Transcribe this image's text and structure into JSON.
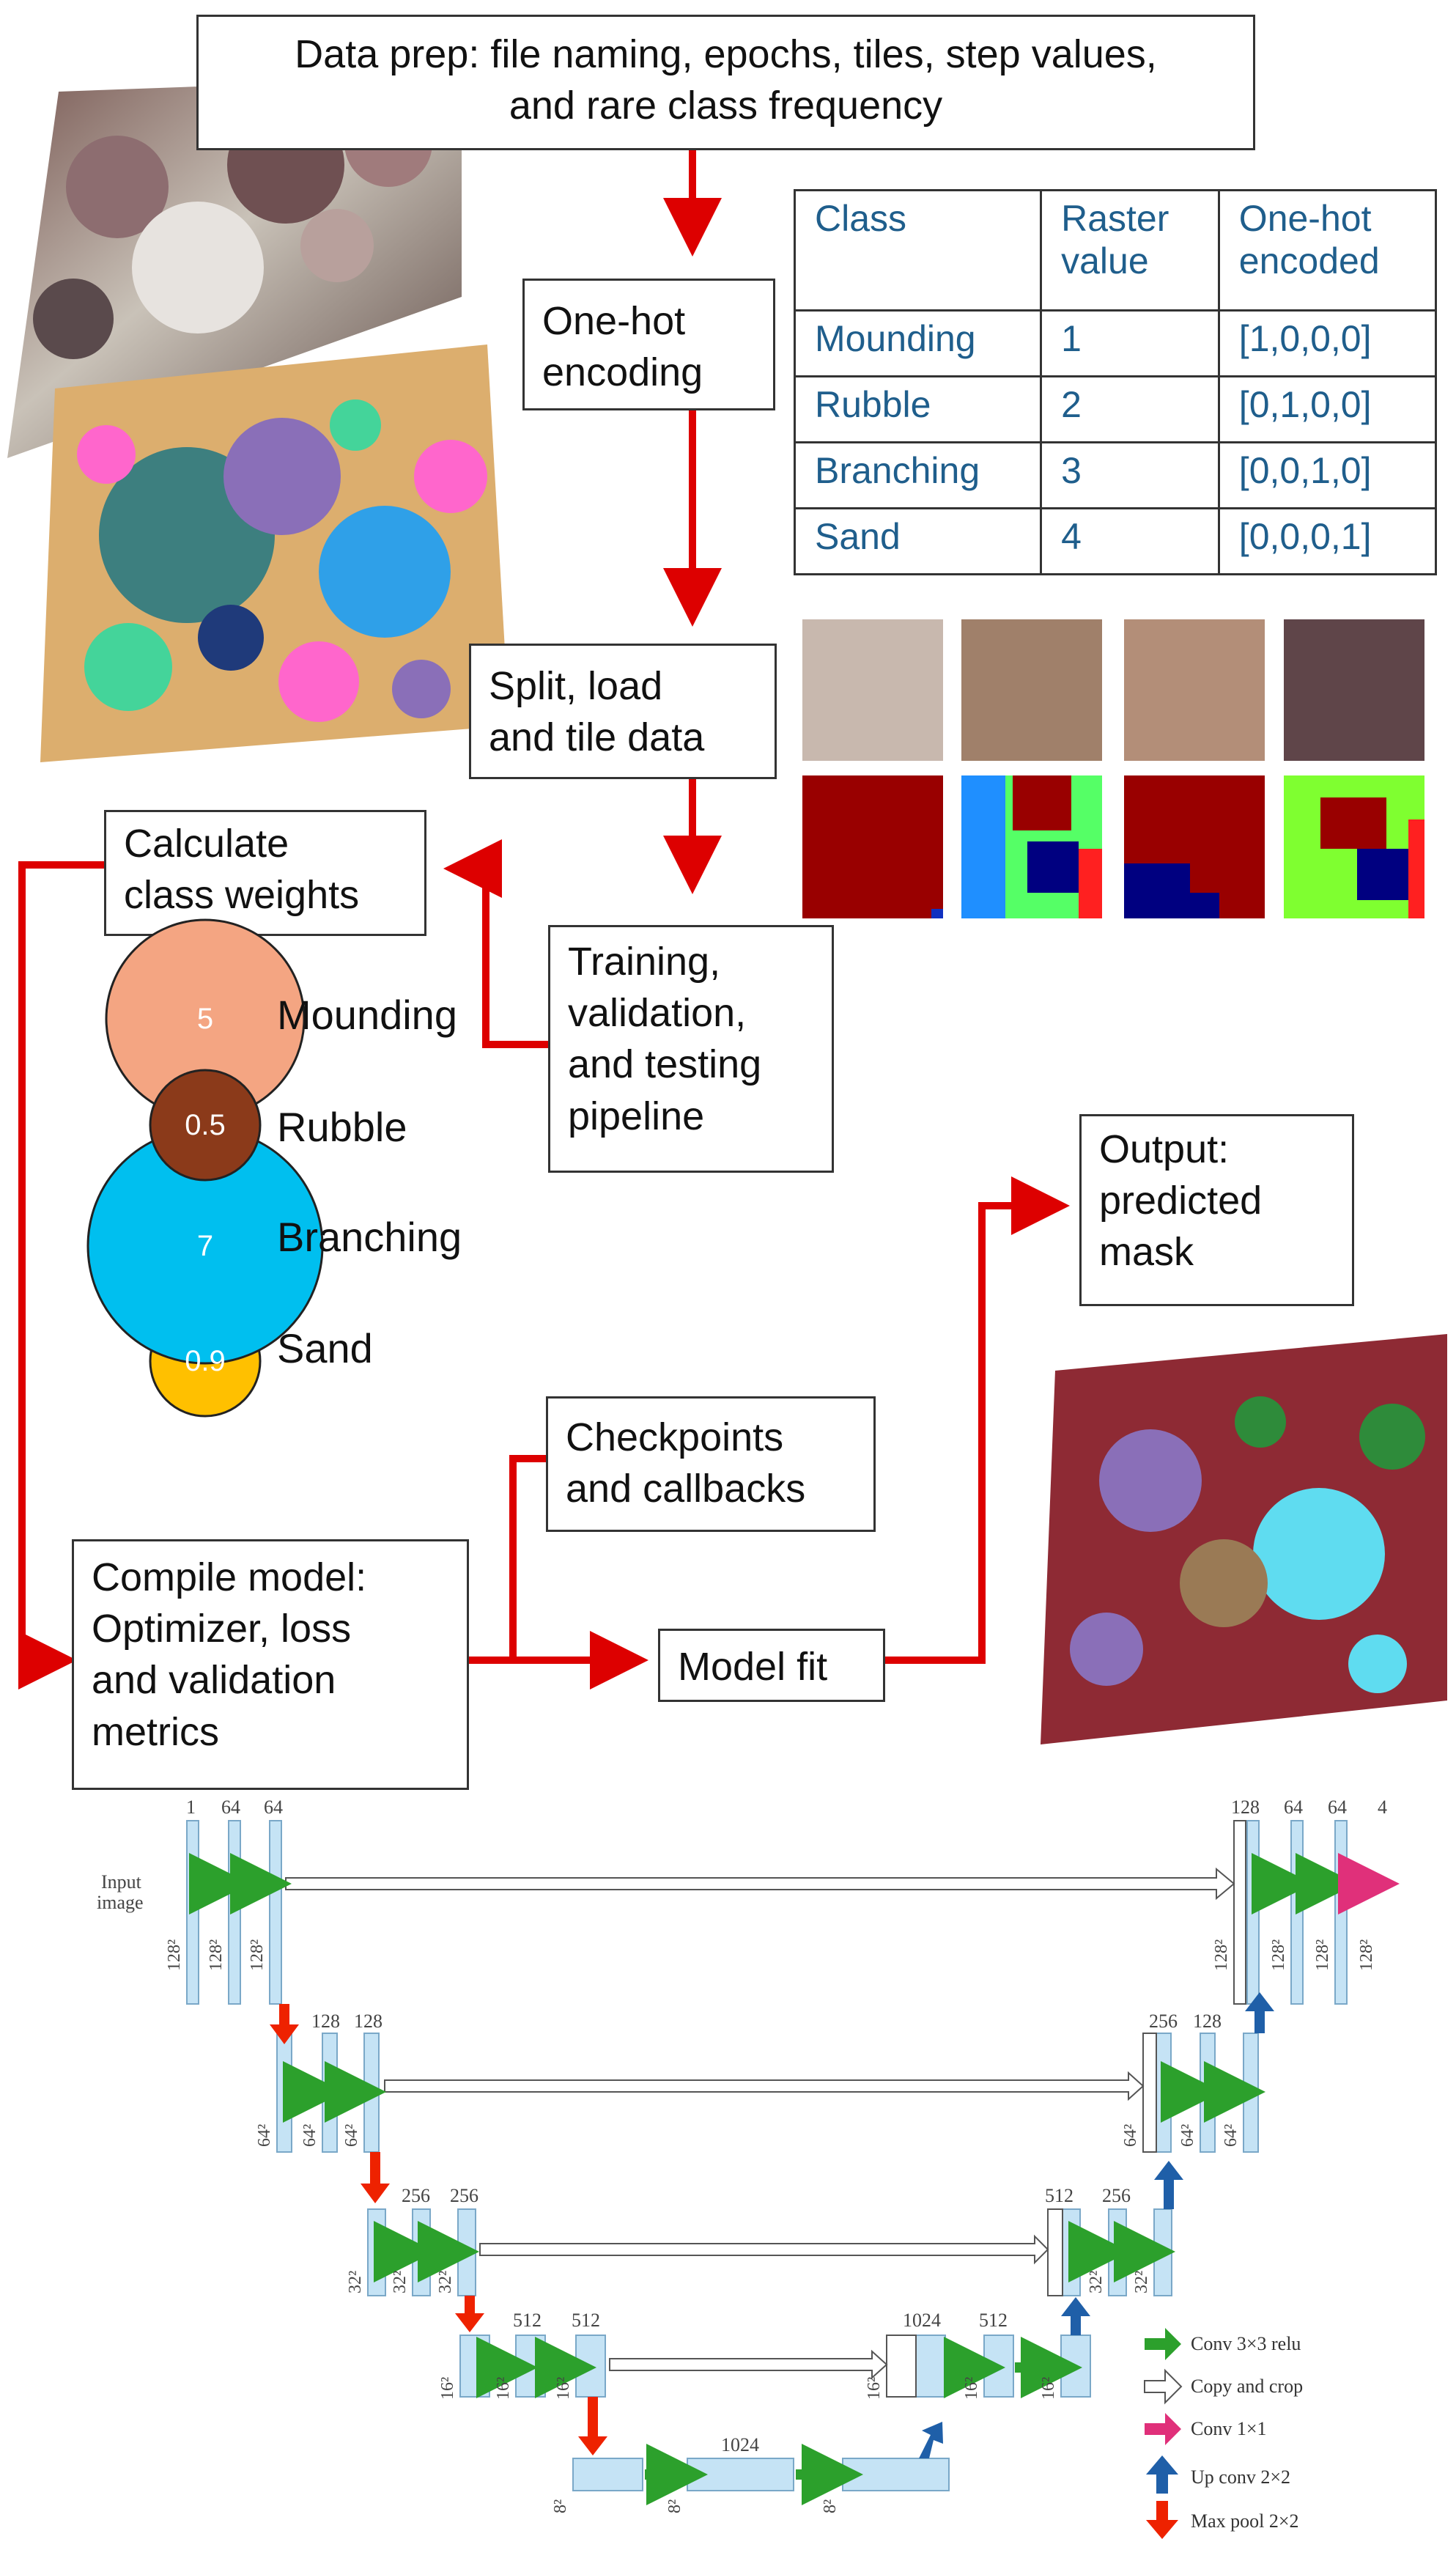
{
  "data_prep": {
    "line1": "Data prep: file naming, epochs, tiles, step values,",
    "line2": "and rare class frequency"
  },
  "one_hot": {
    "line1": "One-hot",
    "line2": "encoding"
  },
  "split": {
    "line1": "Split, load",
    "line2": "and tile data"
  },
  "calc_weights": {
    "line1": "Calculate",
    "line2": "class weights"
  },
  "pipeline": {
    "line1": "Training,",
    "line2": "validation,",
    "line3": "and testing",
    "line4": "pipeline"
  },
  "output": {
    "line1": "Output:",
    "line2": "predicted",
    "line3": "mask"
  },
  "checkpoints": {
    "line1": "Checkpoints",
    "line2": "and callbacks"
  },
  "compile": {
    "line1": "Compile model:",
    "line2": "Optimizer, loss",
    "line3": "and validation",
    "line4": "metrics"
  },
  "model_fit": {
    "label": "Model fit"
  },
  "class_table": {
    "headers": [
      [
        "Class"
      ],
      [
        "Raster",
        "value"
      ],
      [
        "One-hot",
        "encoded"
      ]
    ],
    "rows": [
      [
        "Mounding",
        "1",
        "[1,0,0,0]"
      ],
      [
        "Rubble",
        "2",
        "[0,1,0,0]"
      ],
      [
        "Branching",
        "3",
        "[0,0,1,0]"
      ],
      [
        "Sand",
        "4",
        "[0,0,0,1]"
      ]
    ]
  },
  "class_weights": [
    {
      "name": "Mounding",
      "weight": "5",
      "color": "#f4a582"
    },
    {
      "name": "Rubble",
      "weight": "0.5",
      "color": "#8b3a1a"
    },
    {
      "name": "Branching",
      "weight": "7",
      "color": "#00bfef"
    },
    {
      "name": "Sand",
      "weight": "0.9",
      "color": "#ffc000"
    }
  ],
  "colors": {
    "arrow": "#dd0000",
    "table_text": "#1f5e8c",
    "unet_block": "#c5e3f5",
    "unet_green": "#2ca02c",
    "unet_red": "#ee2200",
    "unet_blue": "#1f5fa8",
    "unet_pink": "#e0307a"
  },
  "unet": {
    "input_label": [
      "Input",
      "image"
    ],
    "channels": {
      "l1a": "1",
      "l1b": "64",
      "l1c": "64",
      "l2a": "128",
      "l2b": "128",
      "l3a": "256",
      "l3b": "256",
      "l4a": "512",
      "l4b": "512",
      "bott": "1024",
      "u4a": "1024",
      "u4b": "512",
      "u3a": "512",
      "u3b": "256",
      "u2a": "256",
      "u2b": "128",
      "u1a": "128",
      "u1b": "64",
      "u1c": "64",
      "u1d": "4"
    },
    "sizes": {
      "s128": "128²",
      "s64": "64²",
      "s32": "32²",
      "s16": "16²",
      "s8": "8²"
    },
    "legend": [
      {
        "label": "Conv 3×3 relu",
        "icon": "green-arrow-icon"
      },
      {
        "label": "Copy and crop",
        "icon": "white-arrow-icon"
      },
      {
        "label": "Conv 1×1",
        "icon": "pink-arrow-icon"
      },
      {
        "label": "Up conv 2×2",
        "icon": "blue-up-arrow-icon"
      },
      {
        "label": "Max pool 2×2",
        "icon": "red-down-arrow-icon"
      }
    ]
  }
}
